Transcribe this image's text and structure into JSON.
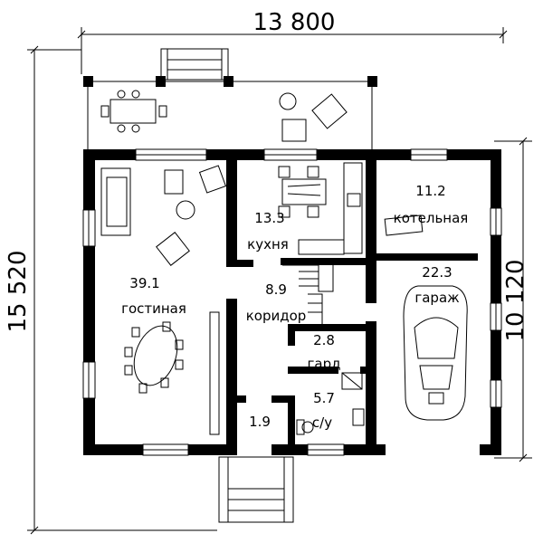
{
  "dimensions": {
    "top_width": "13 800",
    "left_height": "15 520",
    "right_height": "10 120"
  },
  "rooms": [
    {
      "id": "living",
      "area": "39.1",
      "name": "гостиная"
    },
    {
      "id": "kitchen",
      "area": "13.3",
      "name": "кухня"
    },
    {
      "id": "boiler",
      "area": "11.2",
      "name": "котельная"
    },
    {
      "id": "garage",
      "area": "22.3",
      "name": "гараж"
    },
    {
      "id": "corridor",
      "area": "8.9",
      "name": "коридор"
    },
    {
      "id": "wardrobe",
      "area": "2.8",
      "name": "гард"
    },
    {
      "id": "bathroom",
      "area": "5.7",
      "name": "с/у"
    },
    {
      "id": "vestibule",
      "area": "1.9",
      "name": ""
    }
  ]
}
